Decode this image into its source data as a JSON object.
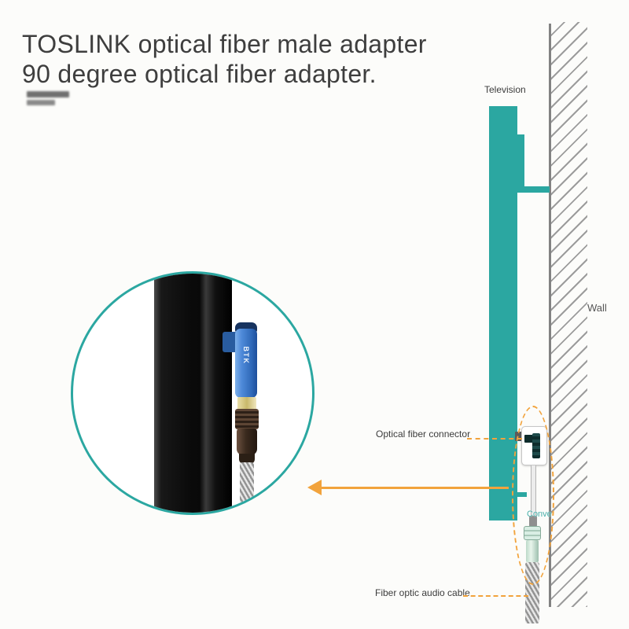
{
  "title": {
    "line1": "TOSLINK optical fiber male adapter",
    "line2": "90 degree optical fiber adapter."
  },
  "diagram": {
    "television_label": "Television",
    "wall_label": "Wall",
    "connector_label": "Optical fiber connector",
    "converter_label": "Conve",
    "cable_label": "Fiber optic audio cable"
  },
  "zoom": {
    "adapter_logo": "BTK"
  },
  "icons": {
    "zoom_arrow": "left-arrow",
    "highlight_ellipse": "dashed-ellipse"
  },
  "colors": {
    "teal": "#2BA7A1",
    "orange": "#F2A33C",
    "adapter_blue": "#3C7FD8",
    "background": "#FCFCFA"
  }
}
